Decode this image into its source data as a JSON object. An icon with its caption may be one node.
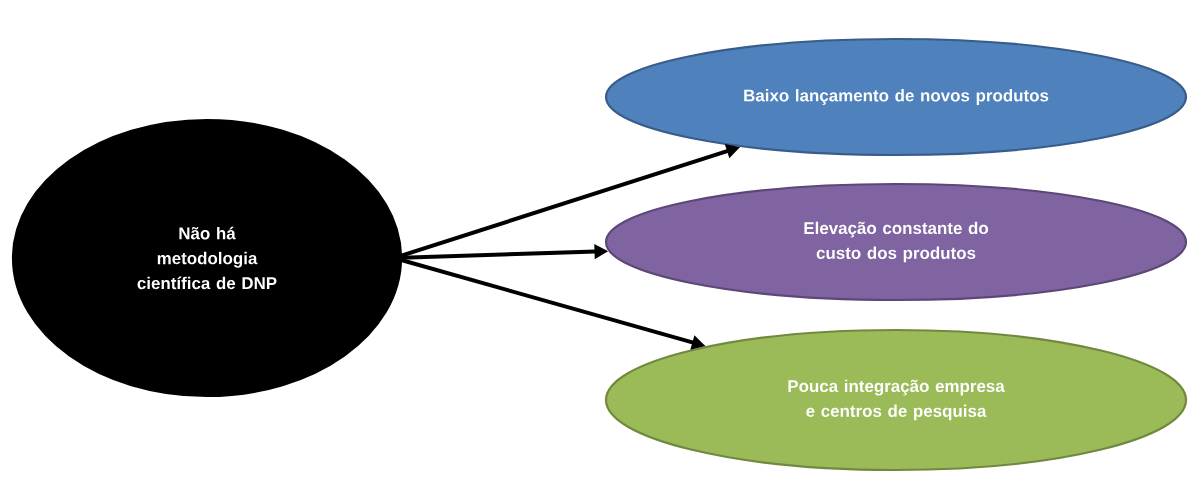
{
  "diagram": {
    "nodes": [
      {
        "text": [
          "Não há metodologia científica de DNP"
        ]
      },
      {
        "text": [
          "Baixo lançamento de novos produtos"
        ]
      },
      {
        "text": [
          "Elevação constante do custo dos produtos"
        ]
      },
      {
        "text": [
          "Pouca integração empresa e centros de pesquisa"
        ]
      }
    ],
    "edges": [
      {
        "from": 0,
        "to": 1,
        "arrow": "to"
      },
      {
        "from": 0,
        "to": 2,
        "arrow": "to"
      },
      {
        "from": 0,
        "to": 3,
        "arrow": "to"
      }
    ]
  }
}
